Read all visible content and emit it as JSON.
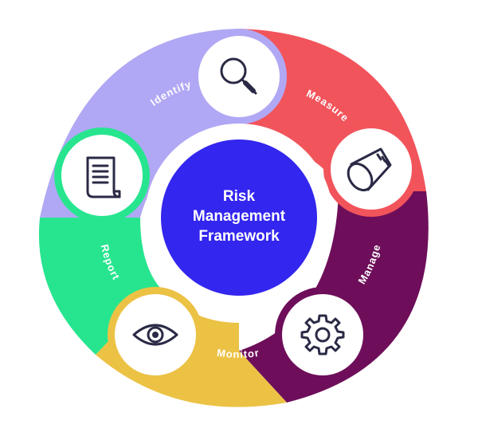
{
  "diagram": {
    "title_lines": [
      "Risk",
      "Management",
      "Framework"
    ],
    "segments": [
      {
        "key": "identify",
        "label": "Identify",
        "color": "#b0a8f4",
        "icon": "magnifier-icon"
      },
      {
        "key": "measure",
        "label": "Measure",
        "color": "#f2545b",
        "icon": "measuring-tape-icon"
      },
      {
        "key": "manage",
        "label": "Manage",
        "color": "#6e0e5a",
        "icon": "gear-icon"
      },
      {
        "key": "monitor",
        "label": "Monitor",
        "color": "#ecc245",
        "icon": "eye-icon"
      },
      {
        "key": "report",
        "label": "Report",
        "color": "#27e58f",
        "icon": "document-scroll-icon"
      }
    ],
    "center_color": "#3326ee"
  }
}
